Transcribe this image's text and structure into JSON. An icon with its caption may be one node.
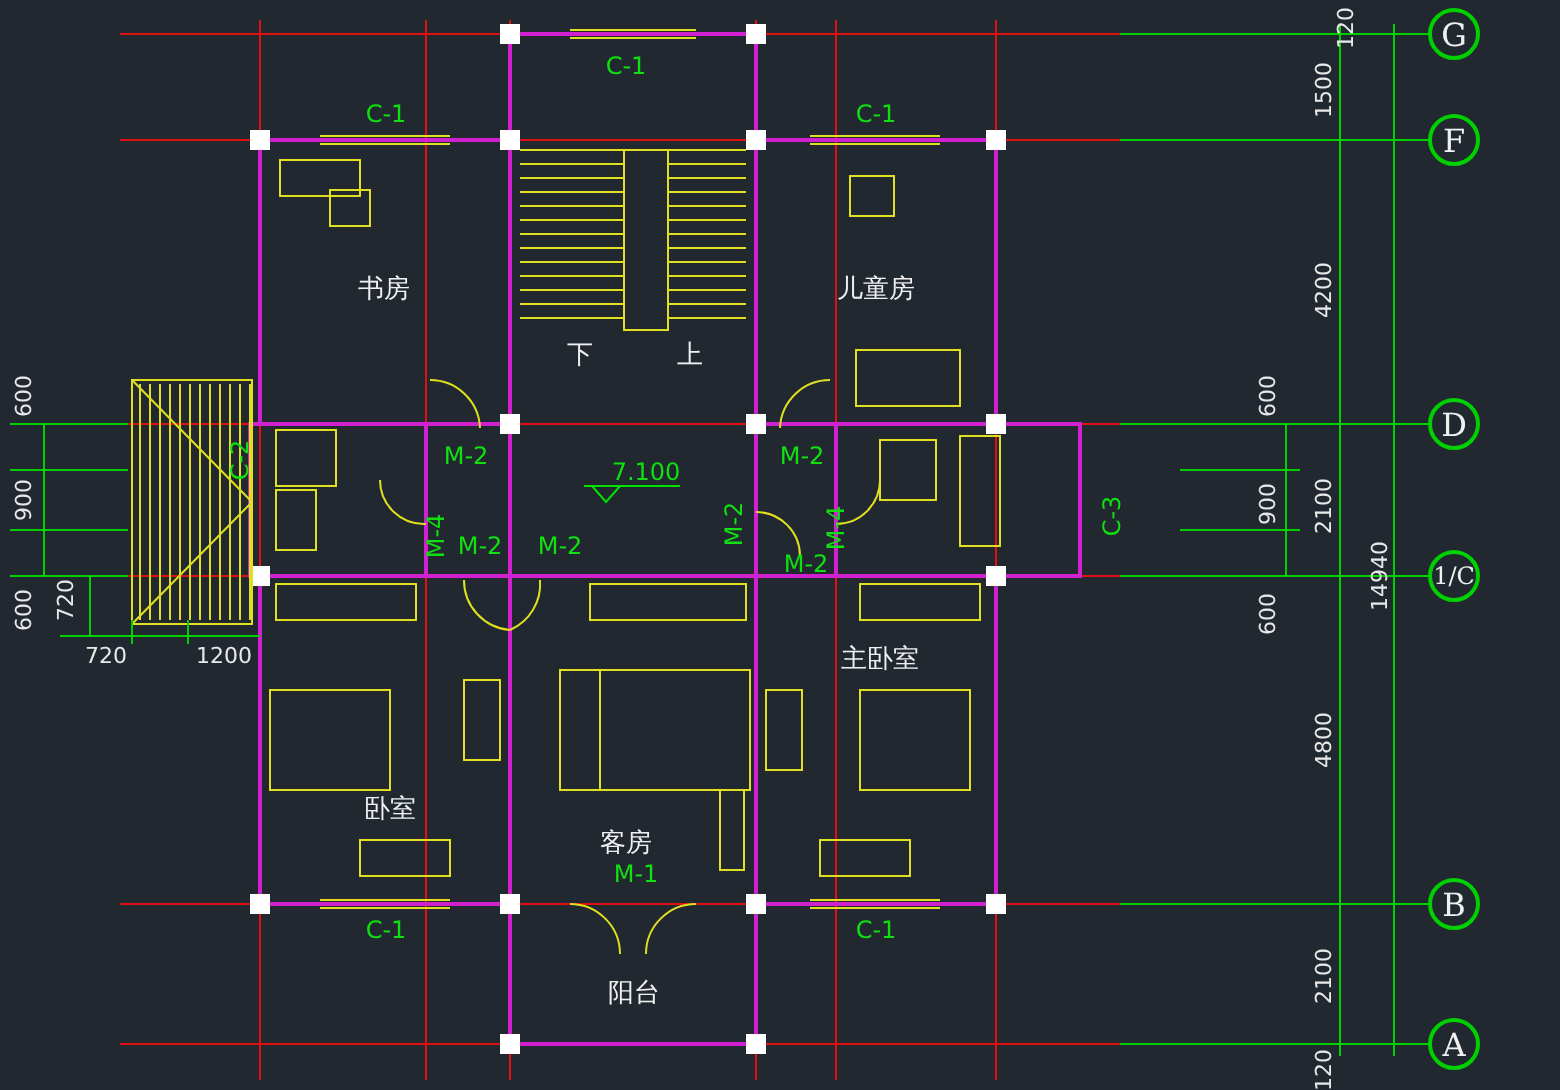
{
  "diagram": {
    "nodes": [
      {
        "text": [
          "书房"
        ]
      },
      {
        "text": [
          "儿童房"
        ]
      },
      {
        "text": [
          "主卧室"
        ]
      },
      {
        "text": [
          "卧室"
        ]
      },
      {
        "text": [
          "客房"
        ]
      },
      {
        "text": [
          "阳台"
        ]
      },
      {
        "text": [
          "G"
        ]
      },
      {
        "text": [
          "F"
        ]
      },
      {
        "text": [
          "D"
        ]
      },
      {
        "text": [
          "1/C"
        ]
      },
      {
        "text": [
          "B"
        ]
      },
      {
        "text": [
          "A"
        ]
      }
    ],
    "labels": [
      "120",
      "C-1",
      "1500",
      "C-1",
      "C-1",
      "4200",
      "下",
      "上",
      "600",
      "600",
      "M-2",
      "M-2",
      "C-2",
      "7.100",
      "900",
      "C-3",
      "900",
      "2100",
      "M-4",
      "M-2",
      "M-2",
      "M-2",
      "M-4",
      "M-2",
      "14940",
      "600",
      "720",
      "600",
      "720",
      "1200",
      "4800",
      "M-1",
      "C-1",
      "C-1",
      "2100",
      "120"
    ]
  }
}
